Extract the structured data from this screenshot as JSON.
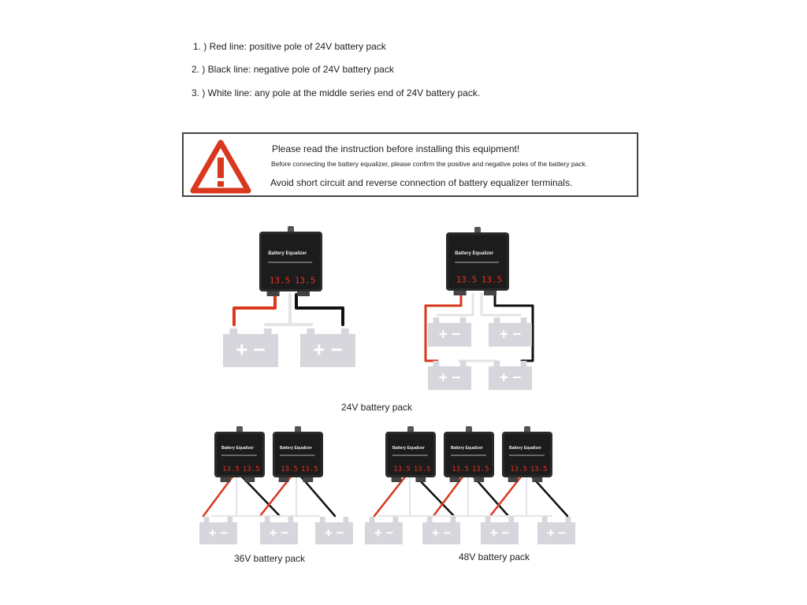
{
  "instructions": [
    "1. ) Red line: positive pole of 24V battery pack",
    "2. ) Black line: negative pole of 24V battery pack",
    "3. ) White line: any pole at the middle series end of 24V battery pack."
  ],
  "warning": {
    "icon": "warning-triangle-icon",
    "line1": "Please read the instruction before installing this equipment!",
    "line2": "Before connecting the battery equalizer, please confirm the positive and negative poles of the battery pack.",
    "line3": "Avoid short circuit and reverse connection of battery equalizer terminals."
  },
  "device": {
    "title": "Battery Equalizer",
    "reading": "13.5"
  },
  "battery_symbol": "+ −",
  "captions": {
    "v24": "24V battery pack",
    "v36": "36V battery pack",
    "v48": "48V battery pack"
  },
  "colors": {
    "positive": "#d9381e",
    "negative": "#111111",
    "middle": "#e4e4e8",
    "battery": "#d6d6dc",
    "device_body": "#2a2a2a"
  }
}
